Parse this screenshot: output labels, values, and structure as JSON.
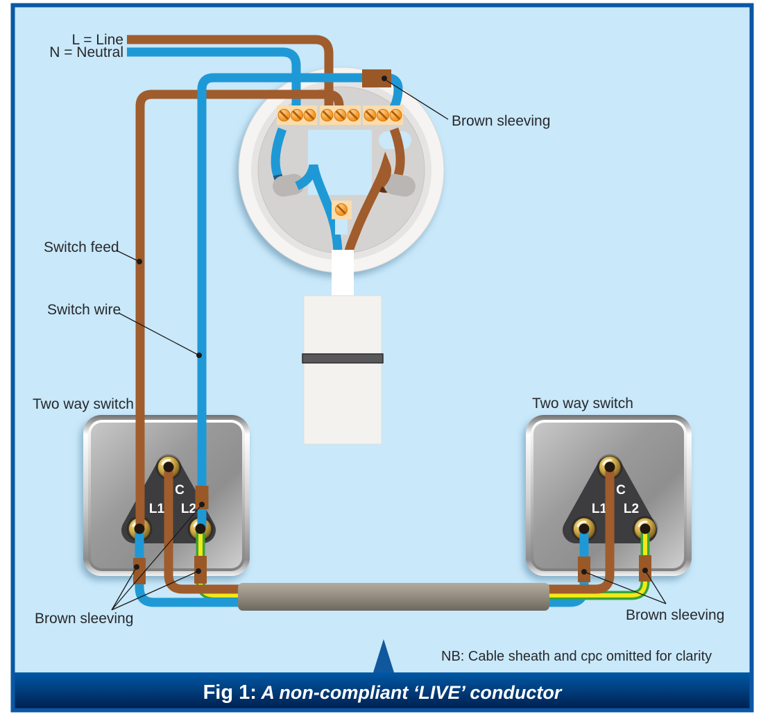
{
  "diagram": {
    "legend": {
      "line": "L = Line",
      "neutral": "N = Neutral"
    },
    "labels": {
      "switch_feed": "Switch feed",
      "switch_wire": "Switch wire",
      "two_way_switch_left": "Two way switch",
      "two_way_switch_right": "Two way switch",
      "brown_sleeving_top": "Brown sleeving",
      "brown_sleeving_left": "Brown sleeving",
      "brown_sleeving_right": "Brown sleeving",
      "note": "NB: Cable sheath and cpc omitted for clarity"
    },
    "switch_left": {
      "c": "C",
      "l1": "L1",
      "l2": "L2"
    },
    "switch_right": {
      "c": "C",
      "l1": "L1",
      "l2": "L2"
    },
    "caption": {
      "figure": "Fig 1:",
      "title": " A non-compliant ‘LIVE’ conductor"
    }
  },
  "colors": {
    "background": "#c9e8fa",
    "border": "#0b57a4",
    "wire_brown": "#a05c2c",
    "wire_brown_dark": "#5d3014",
    "wire_blue": "#1f99d6",
    "wire_blue_dark": "#175d87",
    "earth_green": "#3aa437",
    "earth_yellow": "#f2e818",
    "sleeving_brown": "#9a5827",
    "cable_grey": "#948d7f",
    "band_top": "#0058a6",
    "band_bottom": "#002051"
  }
}
